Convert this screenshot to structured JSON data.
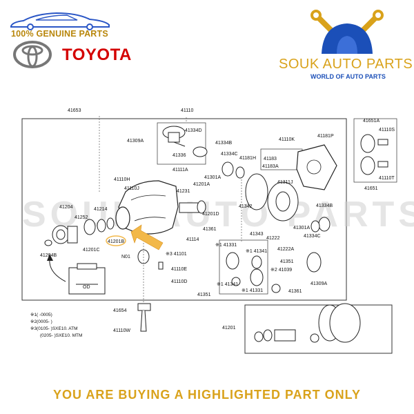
{
  "brand": {
    "genuine": "100% GENUINE PARTS",
    "maker": "TOYOTA",
    "shop": "SOUK AUTO PARTS",
    "tagline": "WORLD OF AUTO PARTS"
  },
  "watermark": "SOUK AUTO PARTS",
  "footer": "YOU ARE BUYING A HIGHLIGHTED PART ONLY",
  "colors": {
    "gold": "#d9a21b",
    "red": "#d40000",
    "blue": "#1b4fb8",
    "highlight": "#f2b84a"
  },
  "highlight_part": "41201B",
  "labels": {
    "p41653": "41653",
    "p41110": "41110",
    "p41334d": "41334D",
    "p41309a": "41309A",
    "p41336": "41336",
    "p41334b": "41334B",
    "p41334c": "41334C",
    "p41181h": "41181H",
    "p41110k": "41110K",
    "p41181p": "41181P",
    "p41183": "41183",
    "p41183a": "41183A",
    "p41651a": "41651A",
    "p41110s": "41110S",
    "p41110t": "41110T",
    "p41651": "41651",
    "p41111a": "41111A",
    "p41110h": "41110H",
    "p41110j": "41110J",
    "p41231": "41231",
    "p41201a": "41201A",
    "p41301a_top": "41301A",
    "p41311j": "41311J",
    "p41204": "41204",
    "p41214": "41214",
    "p41252": "41252",
    "p41342": "41342",
    "p41334b_r": "41334B",
    "p41201d": "41201D",
    "p41361": "41361",
    "p41343": "41343",
    "p41301a_r": "41301A",
    "p41334c_r": "41334C",
    "p41201c": "41201C",
    "p41114": "41114",
    "p41201b": "41201B",
    "p41204b": "41204B",
    "pN01": "N01",
    "p41101": "※3 41101",
    "p41331a": "※1 41331",
    "p41341a": "※1 41341",
    "p41222": "41222",
    "p41222a": "41222A",
    "p41351": "41351",
    "p41039": "※2 41039",
    "p41309a_r": "41309A",
    "p41110e": "41110E",
    "p41110d": "41110D",
    "p41341b": "※1 41341",
    "p41331b": "※1 41331",
    "p41361_b": "41361",
    "p41351_b": "41351",
    "p41654": "41654",
    "p41110w": "41110W",
    "p41201": "41201",
    "od": "OD"
  },
  "notes": {
    "n1": "※1(      -0005)",
    "n2": "※2(0005-      )",
    "n3": "※3(0105-      )SXE10. ATM",
    "n4": "(0205-      )SXE10. MTM"
  }
}
